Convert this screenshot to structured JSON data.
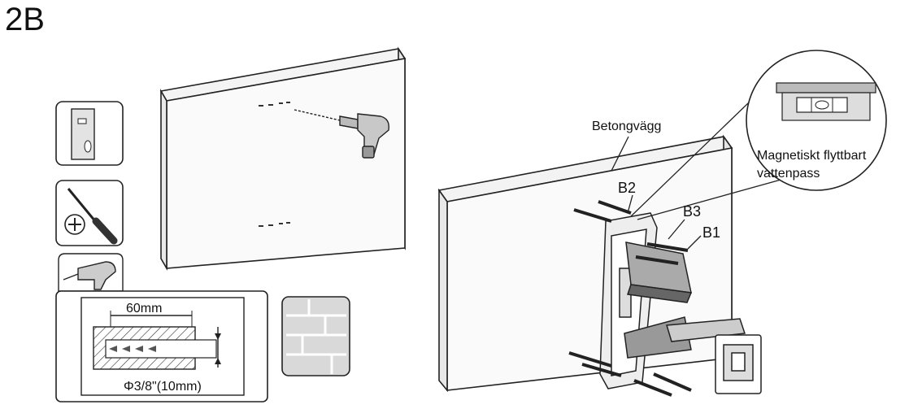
{
  "step": "2B",
  "labels": {
    "wall": "Betongvägg",
    "level_line1": "Magnetiskt flyttbart",
    "level_line2": "vattenpass",
    "b1": "B1",
    "b2": "B2",
    "b3": "B3",
    "depth": "60mm",
    "diameter": "Φ3/8\"(10mm)"
  },
  "icons": [
    "spirit-level-icon",
    "screwdriver-icon",
    "drill-icon",
    "brick-wall-icon",
    "power-drill-icon"
  ]
}
